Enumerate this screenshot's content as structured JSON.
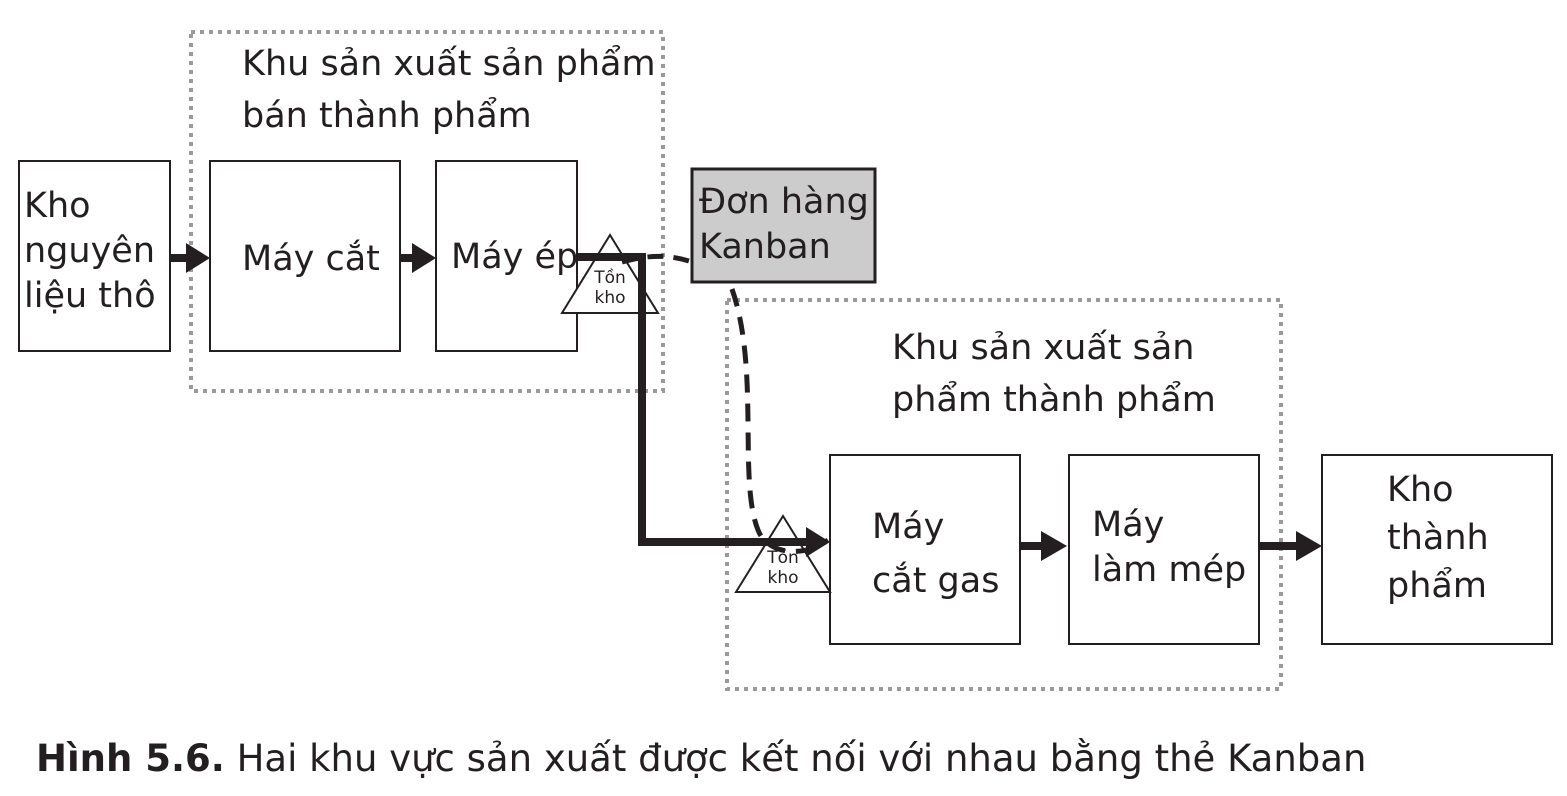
{
  "zones": {
    "semi_finished": {
      "title": "Khu sản xuất sản phẩm\nbán thành phẩm"
    },
    "finished": {
      "title": "Khu sản xuất sản\nphẩm thành phẩm"
    }
  },
  "boxes": {
    "raw_storage": "Kho\nnguyên\nliệu thô",
    "cutting_machine": "Máy cắt",
    "press_machine": "Máy ép",
    "kanban_order": "Đơn  hàng\nKanban",
    "gas_cutting_machine": "Máy\ncắt gas",
    "edging_machine": "Máy\nlàm mép",
    "finished_storage": "Kho\nthành\nphẩm"
  },
  "inventory": {
    "upper": "Tồn\nkho",
    "lower": "Tồn\nkho"
  },
  "caption": {
    "label": "Hình 5.6.",
    "text": "Hai khu vực sản xuất được kết nối với nhau bằng thẻ Kanban"
  },
  "colors": {
    "ink": "#231f20",
    "kanban_fill": "#cccccc",
    "zone_border": "#9a9a9a"
  }
}
